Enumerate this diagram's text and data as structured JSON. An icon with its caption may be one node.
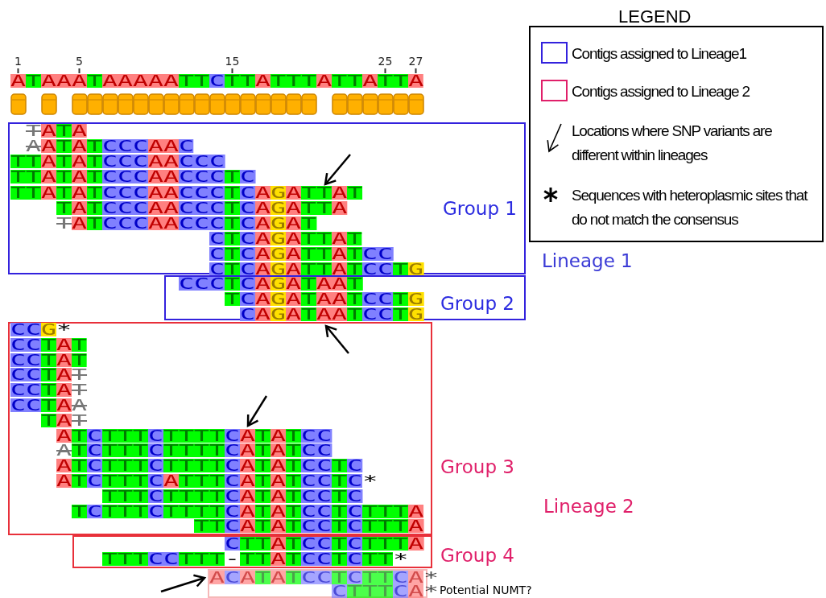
{
  "diagram": {
    "nodes": [
      {
        "text": [
          "Group 1",
          "TATA",
          "AATATCCCAAC",
          "TTATATCCCAACCC",
          "TTATATCCCAACCCTC",
          "TTATATCCCAACCCTCAGATTAT",
          "TATCCCAACCCTCAGATTA",
          "TATCCCAACCCTCAGAT",
          "CTCAGATTAT",
          "CTCAGATTATCC",
          "CTCAGATTATCCTG"
        ]
      },
      {
        "text": [
          "Group 2",
          "CCCTCAGATAAT",
          "TCAGATAATCCTG",
          "CAGATAATCCTG"
        ]
      },
      {
        "text": [
          "Group 3",
          "CCG*",
          "CCTAT",
          "CCTAT",
          "CCTAT",
          "CCTAT",
          "CCTAA",
          "TAT",
          "ATCTTTCTTTTCATATCC",
          "ATCTTTCTTTTCATATCC",
          "ATCTTTCTTTTCATATCCTC",
          "ATCTTTCATTTCATATCCTC*",
          "TTTCTTTTCATATCCTC",
          "TCTTTCTTTTCATATCCTCTTTA",
          "TTCATATCCTCTTTA"
        ]
      },
      {
        "text": [
          "CTTATCCTCTTTA",
          "TTTCCTTT-TTATCCTCTT*",
          "Group 4"
        ]
      },
      {
        "text": [
          "ACATATCCTCTTCA*",
          "CTTTCA*"
        ],
        "beside": [
          "Potential NUMT?"
        ]
      }
    ],
    "labels": [
      "LEGEND",
      "1",
      "5",
      "15",
      "25",
      "27",
      "ATAAATAAAAATTCTTATTTATTATTA",
      "Lineage 1",
      "Lineage 2"
    ],
    "legend": [
      {
        "text": "Contigs assigned to Lineage1"
      },
      {
        "text": "Contigs assigned to Lineage 2"
      },
      {
        "text": "Locations where SNP variants are different within lineages"
      },
      {
        "text": "Sequences with heteroplasmic sites that do not match the consensus"
      }
    ]
  }
}
